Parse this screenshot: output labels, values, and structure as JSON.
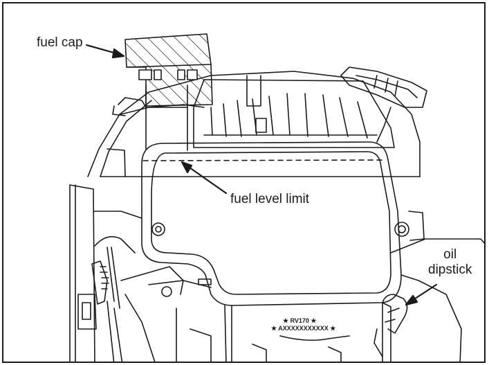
{
  "labels": {
    "fuel_cap": "fuel cap",
    "fuel_level_limit": "fuel level limit",
    "oil_dipstick_line1": "oil",
    "oil_dipstick_line2": "dipstick"
  },
  "engine_stamp": {
    "model": "★ RV170 ★",
    "serial": "★ AXXXXXXXXXXX ★"
  },
  "colors": {
    "line": "#1a1a1a",
    "background": "#ffffff"
  }
}
